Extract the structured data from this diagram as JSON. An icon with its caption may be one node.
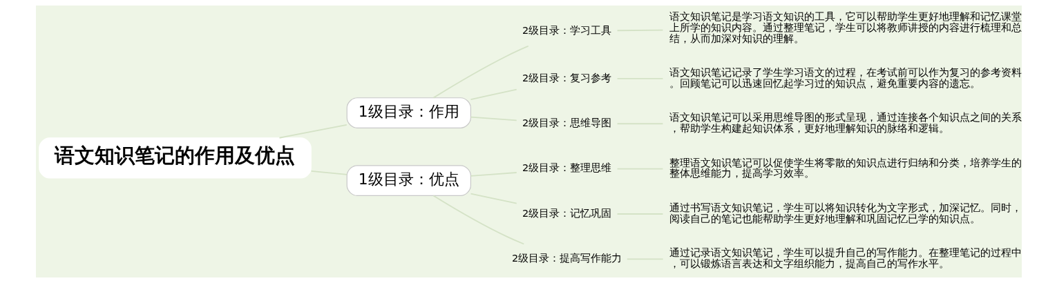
{
  "diagram": {
    "nodes": [
      {
        "text": [
          "语文知识笔记的作用及优点"
        ]
      },
      {
        "text": [
          "1级目录：作用"
        ]
      },
      {
        "text": [
          "2级目录：学习工具"
        ]
      },
      {
        "text": [
          "语文知识笔记是学习语文知识的工具，它可以帮助学生更好地理解和记忆课堂上所学的知识内容。通过整理笔记，学生可以将教师讲授的内容进行梳理和总结，从而加深对知识的理解。"
        ]
      },
      {
        "text": [
          "2级目录：复习参考"
        ]
      },
      {
        "text": [
          "语文知识笔记记录了学生学习语文的过程，在考试前可以作为复习的参考资料。回顾笔记可以迅速回忆起学习过的知识点，避免重要内容的遗忘。"
        ]
      },
      {
        "text": [
          "2级目录：思维导图"
        ]
      },
      {
        "text": [
          "语文知识笔记可以采用思维导图的形式呈现，通过连接各个知识点之间的关系，帮助学生构建起知识体系，更好地理解知识的脉络和逻辑。"
        ]
      },
      {
        "text": [
          "1级目录：优点"
        ]
      },
      {
        "text": [
          "2级目录：整理思维"
        ]
      },
      {
        "text": [
          "整理语文知识笔记可以促使学生将零散的知识点进行归纳和分类，培养学生的整体思维能力，提高学习效率。"
        ]
      },
      {
        "text": [
          "2级目录：记忆巩固"
        ]
      },
      {
        "text": [
          "通过书写语文知识笔记，学生可以将知识转化为文字形式，加深记忆。同时，阅读自己的笔记也能帮助学生更好地理解和巩固记忆已学的知识点。"
        ]
      },
      {
        "text": [
          "2级目录：提高写作能力"
        ]
      },
      {
        "text": [
          "通过记录语文知识笔记，学生可以提升自己的写作能力。在整理笔记的过程中，可以锻炼语言表达和文字组织能力，提高自己的写作水平。"
        ]
      }
    ],
    "edges": [
      {
        "from": 0,
        "to": 1,
        "arrow": "none"
      },
      {
        "from": 1,
        "to": 2,
        "arrow": "none"
      },
      {
        "from": 2,
        "to": 3,
        "arrow": "none"
      },
      {
        "from": 1,
        "to": 4,
        "arrow": "none"
      },
      {
        "from": 4,
        "to": 5,
        "arrow": "none"
      },
      {
        "from": 1,
        "to": 6,
        "arrow": "none"
      },
      {
        "from": 6,
        "to": 7,
        "arrow": "none"
      },
      {
        "from": 0,
        "to": 8,
        "arrow": "none"
      },
      {
        "from": 8,
        "to": 9,
        "arrow": "none"
      },
      {
        "from": 9,
        "to": 10,
        "arrow": "none"
      },
      {
        "from": 8,
        "to": 11,
        "arrow": "none"
      },
      {
        "from": 11,
        "to": 12,
        "arrow": "none"
      },
      {
        "from": 8,
        "to": 13,
        "arrow": "none"
      },
      {
        "from": 13,
        "to": 14,
        "arrow": "none"
      }
    ]
  }
}
